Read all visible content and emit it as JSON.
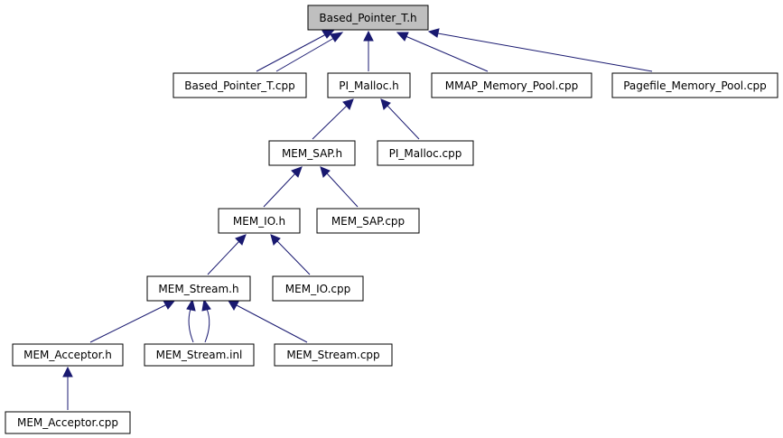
{
  "graph": {
    "edge_color": "#191970",
    "root_fill": "#bfbfbf",
    "nodes": {
      "based_pointer_t_h": "Based_Pointer_T.h",
      "based_pointer_t_cpp": "Based_Pointer_T.cpp",
      "pi_malloc_h": "PI_Malloc.h",
      "mmap_memory_pool_cpp": "MMAP_Memory_Pool.cpp",
      "pagefile_memory_pool_cpp": "Pagefile_Memory_Pool.cpp",
      "mem_sap_h": "MEM_SAP.h",
      "pi_malloc_cpp": "PI_Malloc.cpp",
      "mem_io_h": "MEM_IO.h",
      "mem_sap_cpp": "MEM_SAP.cpp",
      "mem_stream_h": "MEM_Stream.h",
      "mem_io_cpp": "MEM_IO.cpp",
      "mem_acceptor_h": "MEM_Acceptor.h",
      "mem_stream_inl": "MEM_Stream.inl",
      "mem_stream_cpp": "MEM_Stream.cpp",
      "mem_acceptor_cpp": "MEM_Acceptor.cpp"
    }
  }
}
